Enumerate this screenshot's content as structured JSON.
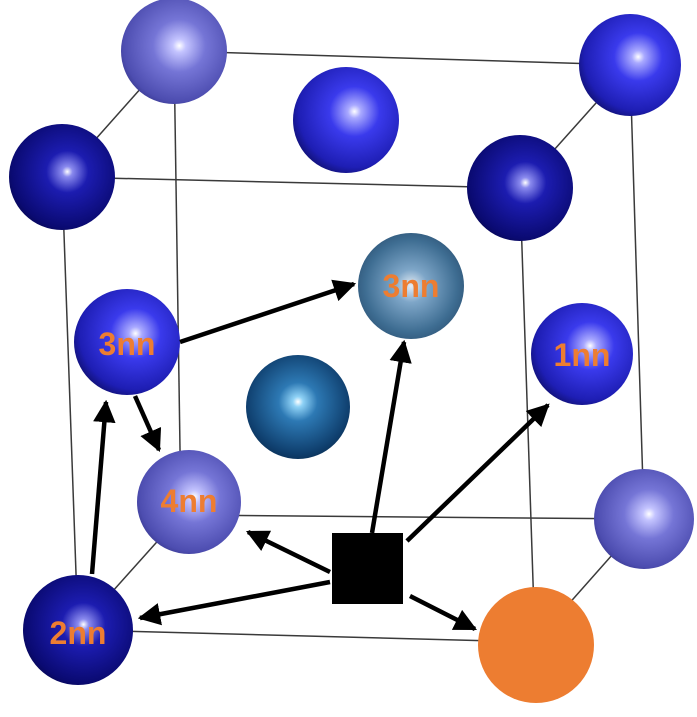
{
  "diagram": {
    "labels": {
      "nn1": "1nn",
      "nn2": "2nn",
      "nn3_top": "3nn",
      "nn3_left": "3nn",
      "nn4": "4nn"
    },
    "colors": {
      "label_text": "#ED7D31",
      "vacancy": "#000000",
      "solute_atom": "#ED7D31",
      "cube_edges": "#3a3a3a",
      "arrows": "#000000",
      "atom_blue": "#2a2ad8",
      "atom_dark_navy": "#0c0c6e",
      "atom_lavender": "#6a6ac8",
      "atom_steel_teal": "#3f6f94",
      "atom_dark_teal": "#0f3e6a"
    }
  }
}
